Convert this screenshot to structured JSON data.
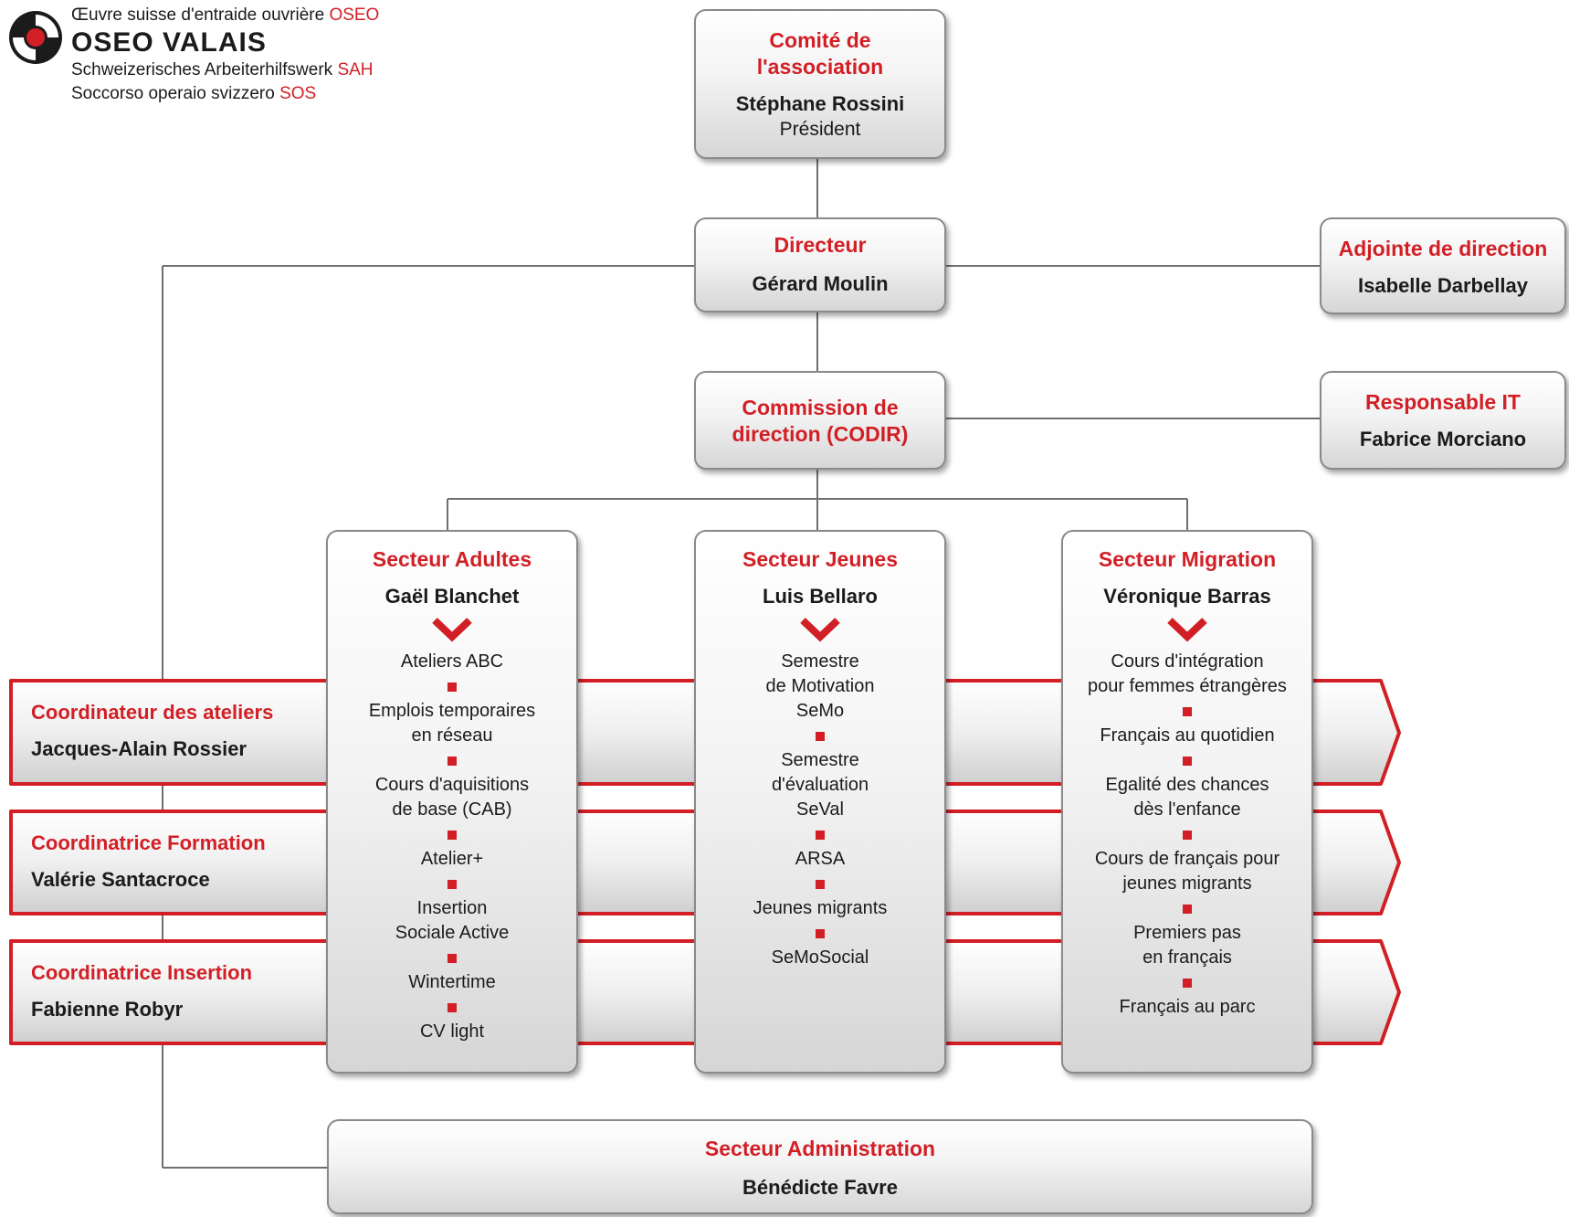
{
  "logo": {
    "line1": "Œuvre suisse d'entraide ouvrière",
    "line1_accent": "OSEO",
    "brand_accent": "OSEO",
    "brand": "VALAIS",
    "line3": "Schweizerisches Arbeiterhilfswerk",
    "line3_accent": "SAH",
    "line4": "Soccorso operaio svizzero",
    "line4_accent": "SOS"
  },
  "comite": {
    "title_line1": "Comité de",
    "title_line2": "l'association",
    "name": "Stéphane Rossini",
    "role": "Président"
  },
  "directeur": {
    "title": "Directeur",
    "name": "Gérard Moulin"
  },
  "adjointe": {
    "title": "Adjointe de direction",
    "name": "Isabelle Darbellay"
  },
  "codir": {
    "title_line1": "Commission de",
    "title_line2": "direction (CODIR)"
  },
  "it": {
    "title": "Responsable IT",
    "name": "Fabrice Morciano"
  },
  "sectors": {
    "adultes": {
      "title": "Secteur Adultes",
      "name": "Gaël Blanchet",
      "items": [
        "Ateliers ABC",
        "Emplois temporaires",
        "en réseau",
        "Cours d'aquisitions",
        "de base (CAB)",
        "Atelier+",
        "Insertion",
        "Sociale Active",
        "Wintertime",
        "CV light"
      ]
    },
    "jeunes": {
      "title": "Secteur Jeunes",
      "name": "Luis Bellaro",
      "items": [
        "Semestre",
        "de Motivation",
        "SeMo",
        "Semestre",
        "d'évaluation",
        "SeVal",
        "ARSA",
        "Jeunes migrants",
        "SeMoSocial"
      ]
    },
    "migration": {
      "title": "Secteur Migration",
      "name": "Véronique Barras",
      "items": [
        "Cours d'intégration",
        "pour femmes étrangères",
        "Français au quotidien",
        "Egalité des chances",
        "dès l'enfance",
        "Cours de français pour",
        "jeunes migrants",
        "Premiers pas",
        "en français",
        "Français au parc"
      ]
    }
  },
  "coordinators": [
    {
      "title": "Coordinateur des ateliers",
      "name": "Jacques-Alain Rossier"
    },
    {
      "title": "Coordinatrice Formation",
      "name": "Valérie Santacroce"
    },
    {
      "title": "Coordinatrice Insertion",
      "name": "Fabienne Robyr"
    }
  ],
  "administration": {
    "title": "Secteur Administration",
    "name": "Bénédicte Favre"
  },
  "colors": {
    "accent": "#d21f26",
    "text": "#1b1b1b",
    "connector": "#6f6f6f",
    "box_border": "#8a8a8a"
  }
}
